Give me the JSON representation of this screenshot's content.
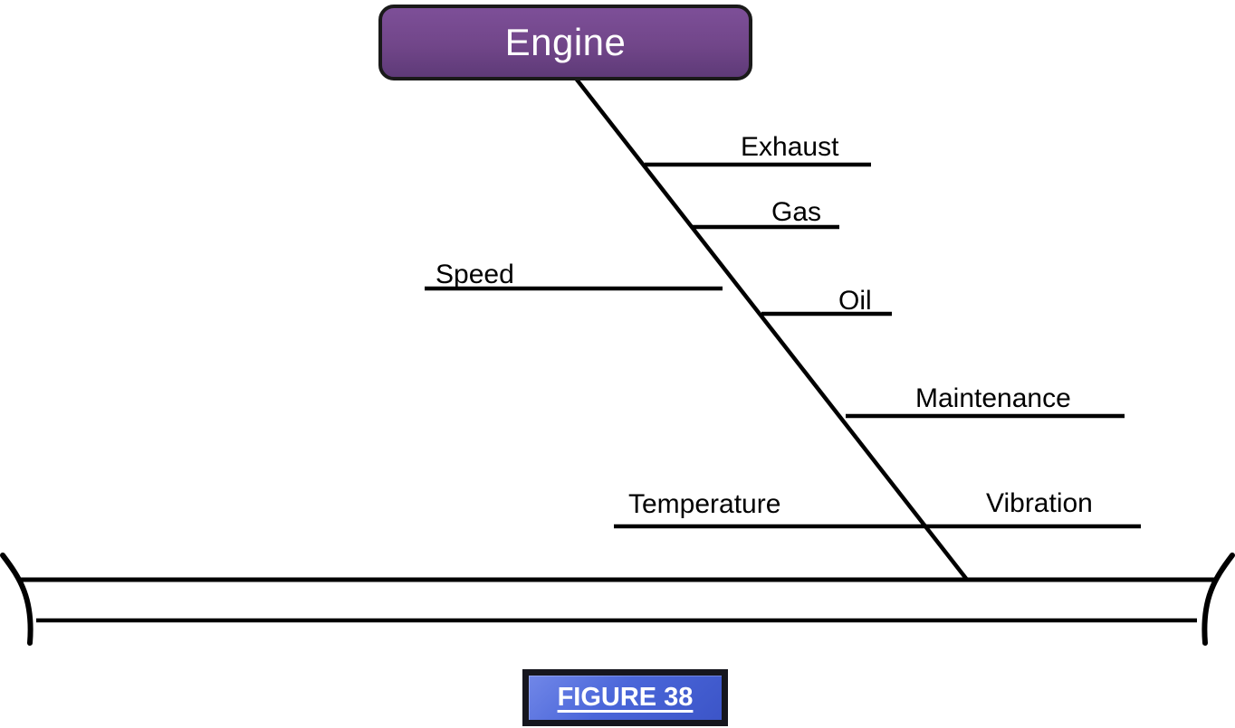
{
  "diagram": {
    "type": "fishbone",
    "head": {
      "label": "Engine"
    },
    "branches": [
      {
        "label": "Exhaust"
      },
      {
        "label": "Gas"
      },
      {
        "label": "Speed"
      },
      {
        "label": "Oil"
      },
      {
        "label": "Maintenance"
      },
      {
        "label": "Temperature"
      },
      {
        "label": "Vibration"
      }
    ],
    "caption": {
      "label": "FIGURE 38"
    },
    "colors": {
      "head_fill_top": "#7d4f98",
      "head_fill_bottom": "#5e3a78",
      "head_border": "#1a1a1a",
      "caption_fill_top": "#7187e8",
      "caption_fill_bottom": "#3c55c8",
      "caption_border": "#16161e",
      "line": "#000000",
      "label_text": "#000000",
      "head_text": "#ffffff",
      "caption_text": "#ffffff",
      "page_bg": "#ffffff"
    }
  }
}
